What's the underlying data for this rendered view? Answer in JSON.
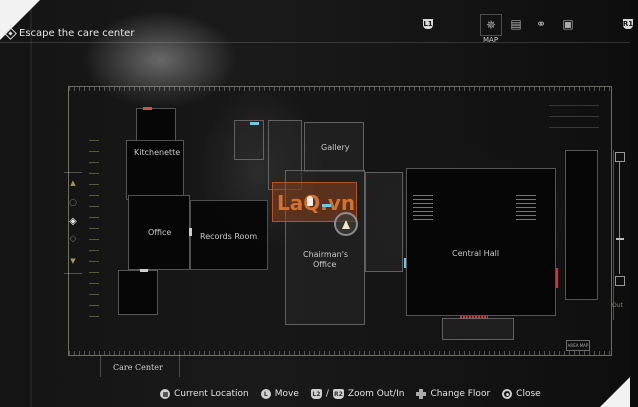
{
  "objective": {
    "icon": "diamond-objective-icon",
    "text": "Escape the care center"
  },
  "top_tabs": {
    "left_shoulder": "L1",
    "right_shoulder": "R1",
    "items": [
      {
        "icon": "compass-map-icon",
        "label": "MAP",
        "selected": true
      },
      {
        "icon": "files-icon",
        "label": ""
      },
      {
        "icon": "keys-icon",
        "label": ""
      },
      {
        "icon": "inventory-box-icon",
        "label": ""
      }
    ]
  },
  "map": {
    "area_name": "Care Center",
    "rooms": [
      {
        "name": "Kitchenette"
      },
      {
        "name": "Office"
      },
      {
        "name": "Records Room"
      },
      {
        "name": "Gallery"
      },
      {
        "name": "Chairman's",
        "name2": "Office"
      },
      {
        "name": "Central Hall"
      }
    ],
    "area_map_button": "AREA MAP",
    "zoom_out_label": "Out",
    "floor_selector": {
      "up": "▲",
      "down": "▼"
    },
    "watermark": "LaQ.vn",
    "colors": {
      "locked_door": "#d25050",
      "unlocked_door": "#6fc6e6",
      "sealed_door": "#c03838",
      "orange_overlay": "#d27030"
    }
  },
  "controls": [
    {
      "button": "square",
      "label": "Current Location"
    },
    {
      "button": "L-stick",
      "label": "Move"
    },
    {
      "button": "L2",
      "sep": "/",
      "button2": "R2",
      "label": "Zoom Out/In"
    },
    {
      "button": "d-pad",
      "label": "Change Floor"
    },
    {
      "button": "circle",
      "label": "Close"
    }
  ]
}
